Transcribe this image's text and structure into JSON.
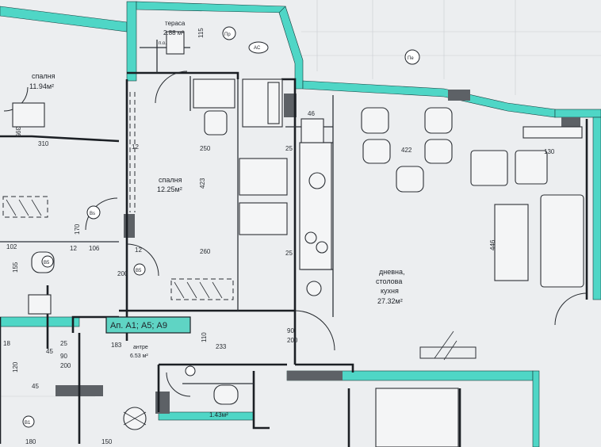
{
  "plan": {
    "apartment_tag": "Ап. А1; А5; А9",
    "rooms": {
      "bedroom_left": {
        "name": "спалня",
        "area": "11.94м²"
      },
      "bedroom_mid": {
        "name": "спалня",
        "area": "12.25м²"
      },
      "terrace": {
        "name": "тераса",
        "area": "2.88 м²"
      },
      "living": {
        "name_1": "дневна,",
        "name_2": "столова",
        "name_3": "кухня",
        "area": "27.32м²"
      },
      "entrance": {
        "name": "антре",
        "area": "6.53 м²"
      },
      "bathroom": {
        "area": "1.43м²"
      }
    },
    "dimensions": {
      "d310": "310",
      "d395": "395",
      "d250": "250",
      "d423": "423",
      "d260": "260",
      "d422": "422",
      "d130": "130",
      "d446": "446",
      "d183": "183",
      "d110": "110",
      "d233": "233",
      "d115": "115",
      "d106": "106",
      "d102": "102",
      "d155": "155",
      "d12a": "12",
      "d12b": "12",
      "d25a": "25",
      "d25b": "25",
      "d25c": "25",
      "d46": "46",
      "d90a": "90",
      "d90b": "90",
      "d200a": "200",
      "d200b": "200",
      "d200c": "200",
      "d170": "170",
      "d120": "120",
      "d45a": "45",
      "d45b": "45",
      "d150": "150",
      "d180": "180",
      "d18": "18"
    },
    "markers": {
      "pr": "Пр",
      "pe": "Пе",
      "ac": "AC",
      "bs": "Вs",
      "b5": "В5",
      "b1": "В1",
      "pd": "п.о."
    }
  }
}
